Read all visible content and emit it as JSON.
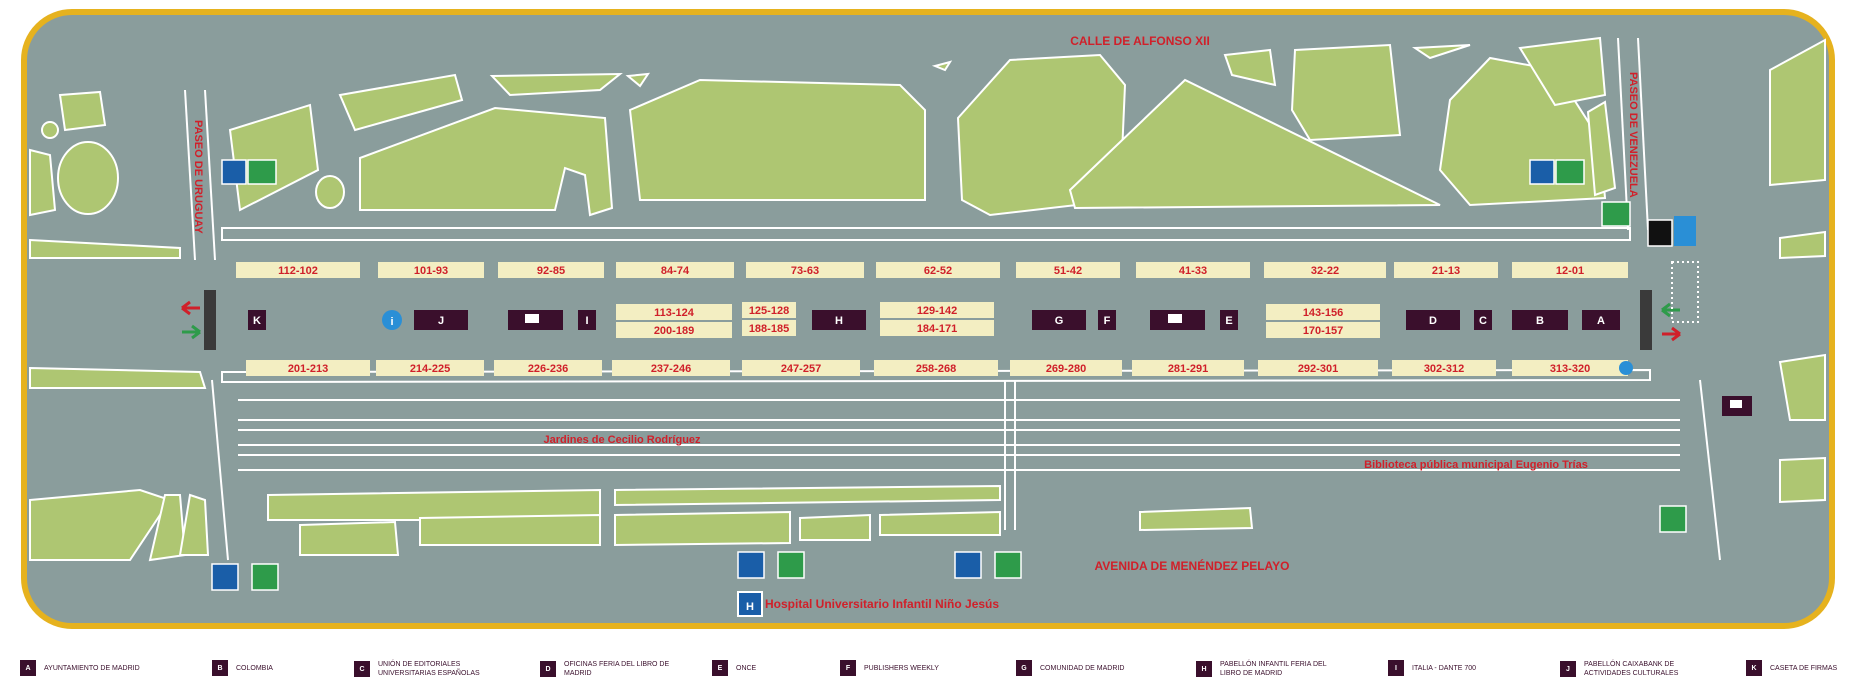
{
  "streets": {
    "top": "CALLE DE ALFONSO XII",
    "left": "PASEO DE URUGUAY",
    "right": "PASEO DE VENEZUELA",
    "bottom": "AVENIDA DE MENÉNDEZ PELAYO"
  },
  "places": {
    "gardens": "Jardines de Cecilio Rodríguez",
    "library": "Biblioteca pública municipal Eugenio Trías",
    "hospital": "Hospital Universitario Infantil Niño Jesús"
  },
  "booths_top": [
    "112-102",
    "101-93",
    "92-85",
    "84-74",
    "73-63",
    "62-52",
    "51-42",
    "41-33",
    "32-22",
    "21-13",
    "12-01"
  ],
  "booths_bottom": [
    "201-213",
    "214-225",
    "226-236",
    "237-246",
    "247-257",
    "258-268",
    "269-280",
    "281-291",
    "292-301",
    "302-312",
    "313-320"
  ],
  "booths_middle": [
    "113-124",
    "200-189",
    "125-128",
    "188-185",
    "129-142",
    "184-171",
    "143-156",
    "170-157"
  ],
  "pavilions": [
    "K",
    "J",
    "I",
    "H",
    "G",
    "F",
    "E",
    "D",
    "C",
    "B",
    "A"
  ],
  "info_symbol": "i",
  "hospital_symbol": "H",
  "legend": [
    {
      "code": "A",
      "label": "AYUNTAMIENTO DE MADRID"
    },
    {
      "code": "B",
      "label": "COLOMBIA"
    },
    {
      "code": "C",
      "label": "UNIÓN DE EDITORIALES UNIVERSITARIAS ESPAÑOLAS"
    },
    {
      "code": "D",
      "label": "OFICINAS FERIA DEL LIBRO DE MADRID"
    },
    {
      "code": "E",
      "label": "ONCE"
    },
    {
      "code": "F",
      "label": "PUBLISHERS WEEKLY"
    },
    {
      "code": "G",
      "label": "COMUNIDAD DE MADRID"
    },
    {
      "code": "H",
      "label": "PABELLÓN INFANTIL FERIA DEL LIBRO DE MADRID"
    },
    {
      "code": "I",
      "label": "ITALIA - DANTE 700"
    },
    {
      "code": "J",
      "label": "PABELLÓN CAIXABANK DE ACTIVIDADES CULTURALES"
    },
    {
      "code": "K",
      "label": "CASETA DE FIRMAS"
    }
  ],
  "colors": {
    "frame": "#e6b21e",
    "road": "#8a9d9c",
    "grass": "#aec672",
    "booth": "#f3eec2",
    "booth_text": "#d0202a",
    "pavilion": "#3a0f2c",
    "access_blue": "#1a5ea8",
    "exit_green": "#2e9b4a"
  }
}
